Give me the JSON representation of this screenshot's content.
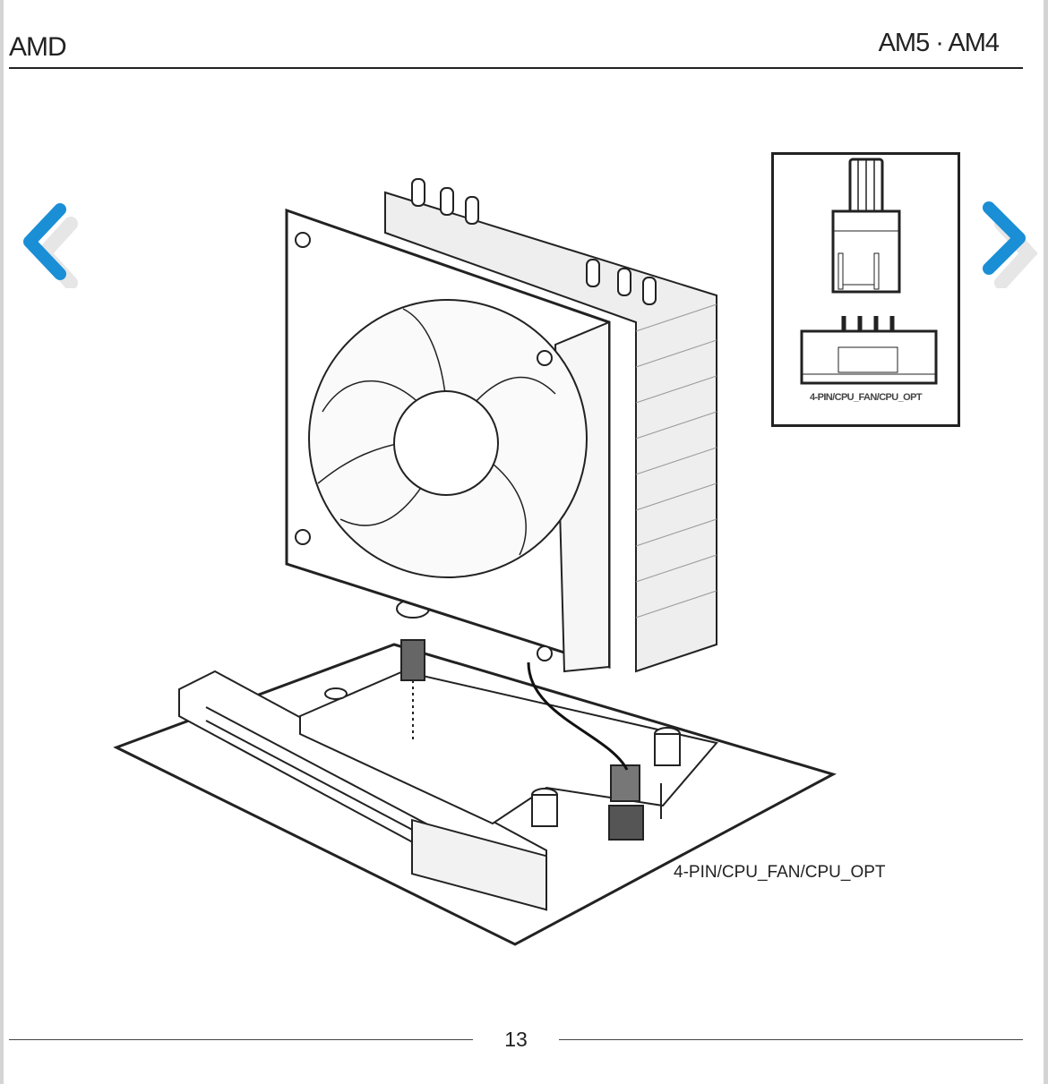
{
  "header": {
    "brand": "AMD",
    "socket": "AM5 · AM4"
  },
  "navigation": {
    "prev_icon": "chevron-left-icon",
    "next_icon": "chevron-right-icon",
    "accent_color": "#1a8fd6"
  },
  "inset": {
    "label": "4-PIN/CPU_FAN/CPU_OPT"
  },
  "illustration": {
    "connector_label": "4-PIN/CPU_FAN/CPU_OPT"
  },
  "footer": {
    "page_number": "13"
  }
}
